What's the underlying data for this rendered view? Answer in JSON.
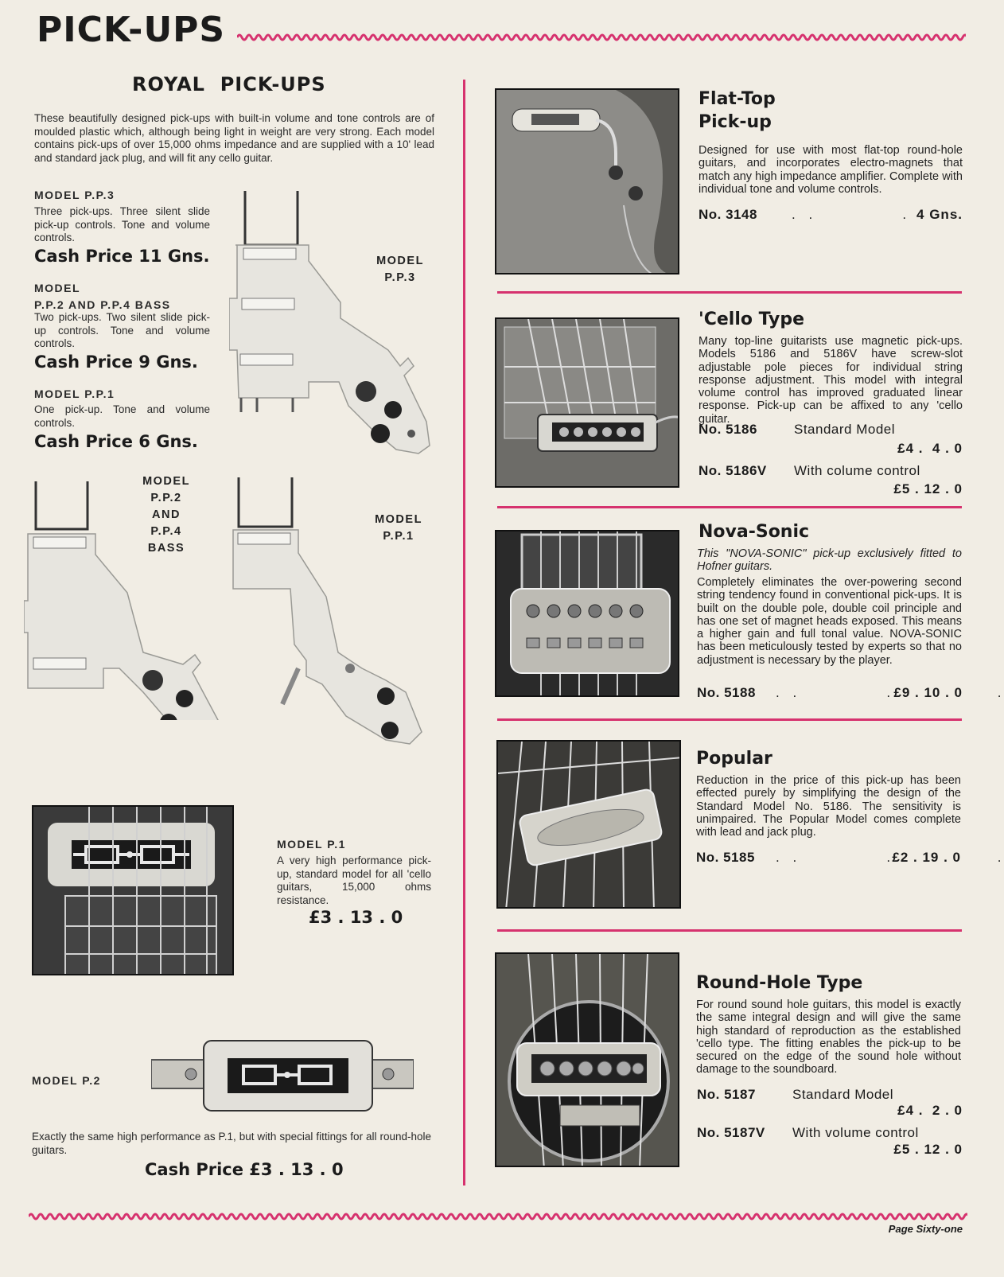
{
  "header": {
    "title": "PICK-UPS",
    "accent_color": "#d6326e"
  },
  "royal": {
    "title": "ROYAL  PICK-UPS",
    "intro": "These beautifully designed pick-ups with built-in volume and tone controls are of moulded plastic which, although being light in weight are very strong. Each model contains pick-ups of over 15,000 ohms impedance and are supplied with a 10' lead and standard jack plug, and will fit any cello guitar.",
    "models": [
      {
        "head": "MODEL P.P.3",
        "desc": "Three pick-ups. Three silent slide pick-up controls. Tone and volume controls.",
        "price": "Cash Price 11 Gns."
      },
      {
        "head_line1": "MODEL",
        "head_line2": "P.P.2 AND P.P.4 BASS",
        "desc": "Two pick-ups. Two silent slide pick-up controls. Tone and volume controls.",
        "price": "Cash Price 9 Gns."
      },
      {
        "head": "MODEL P.P.1",
        "desc": "One pick-up. Tone and volume controls.",
        "price": "Cash Price 6 Gns."
      }
    ],
    "fig_labels": {
      "pp3": [
        "MODEL",
        "P.P.3"
      ],
      "pp2": [
        "MODEL",
        "P.P.2",
        "AND",
        "P.P.4",
        "BASS"
      ],
      "pp1": [
        "MODEL",
        "P.P.1"
      ]
    },
    "p1": {
      "head": "MODEL P.1",
      "desc": "A very high performance pick-up, standard model for all 'cello guitars, 15,000 ohms resistance.",
      "price": "£3 . 13 . 0"
    },
    "p2": {
      "head": "MODEL P.2",
      "desc": "Exactly the same high performance as P.1, but with special fittings for all round-hole guitars.",
      "price": "Cash Price £3 . 13 . 0"
    }
  },
  "products": [
    {
      "title_line1": "Flat-Top",
      "title_line2": "Pick-up",
      "desc": "Designed for use with most flat-top round-hole guitars, and incorporates electro-magnets that match any high impedance amplifier. Complete with individual tone and volume controls.",
      "no": "No. 3148",
      "dots": ". .          . .          . .",
      "price": "4 Gns."
    },
    {
      "title": "'Cello Type",
      "desc": "Many top-line guitarists use magnetic pick-ups. Models 5186 and 5186V have screw-slot adjustable pole pieces for individual string response adjustment. This model with integral volume control has improved graduated linear response. Pick-up can be affixed to any 'cello guitar.",
      "items": [
        {
          "no": "No. 5186",
          "label": "Standard Model",
          "price": "£4 .  4 . 0"
        },
        {
          "no": "No. 5186V",
          "label": "With colume control",
          "price": "£5 . 12 . 0"
        }
      ]
    },
    {
      "title": "Nova-Sonic",
      "desc_italic": "This \"NOVA-SONIC\" pick-up exclusively fitted to Hofner guitars.",
      "desc": "Completely eliminates the over-powering second string tendency found in conventional pick-ups. It is built on the double pole, double coil principle and has one set of magnet heads exposed. This means a higher gain and full tonal value. NOVA-SONIC has been meticulously tested by experts so that no adjustment is necessary by the player.",
      "no": "No. 5188",
      "dots": ". .          . .          . .",
      "price": "£9 . 10 . 0"
    },
    {
      "title": "Popular",
      "desc": "Reduction in the price of this pick-up has been effected purely by simplifying the design of the Standard Model No. 5186. The sensitivity is unimpaired. The Popular Model comes complete with lead and jack plug.",
      "no": "No. 5185",
      "dots": ". .          . .          . .",
      "price": "£2 . 19 . 0"
    },
    {
      "title": "Round-Hole Type",
      "desc": "For round sound hole guitars, this model is exactly the same integral design and will give the same high standard of reproduction as the established 'cello type. The fitting enables the pick-up to be secured on the edge of the sound hole without damage to the soundboard.",
      "items": [
        {
          "no": "No. 5187",
          "label": "Standard Model",
          "price": "£4 .  2 . 0"
        },
        {
          "no": "No. 5187V",
          "label": "With volume control",
          "price": "£5 . 12 . 0"
        }
      ]
    }
  ],
  "footer": {
    "page": "Page Sixty-one"
  }
}
